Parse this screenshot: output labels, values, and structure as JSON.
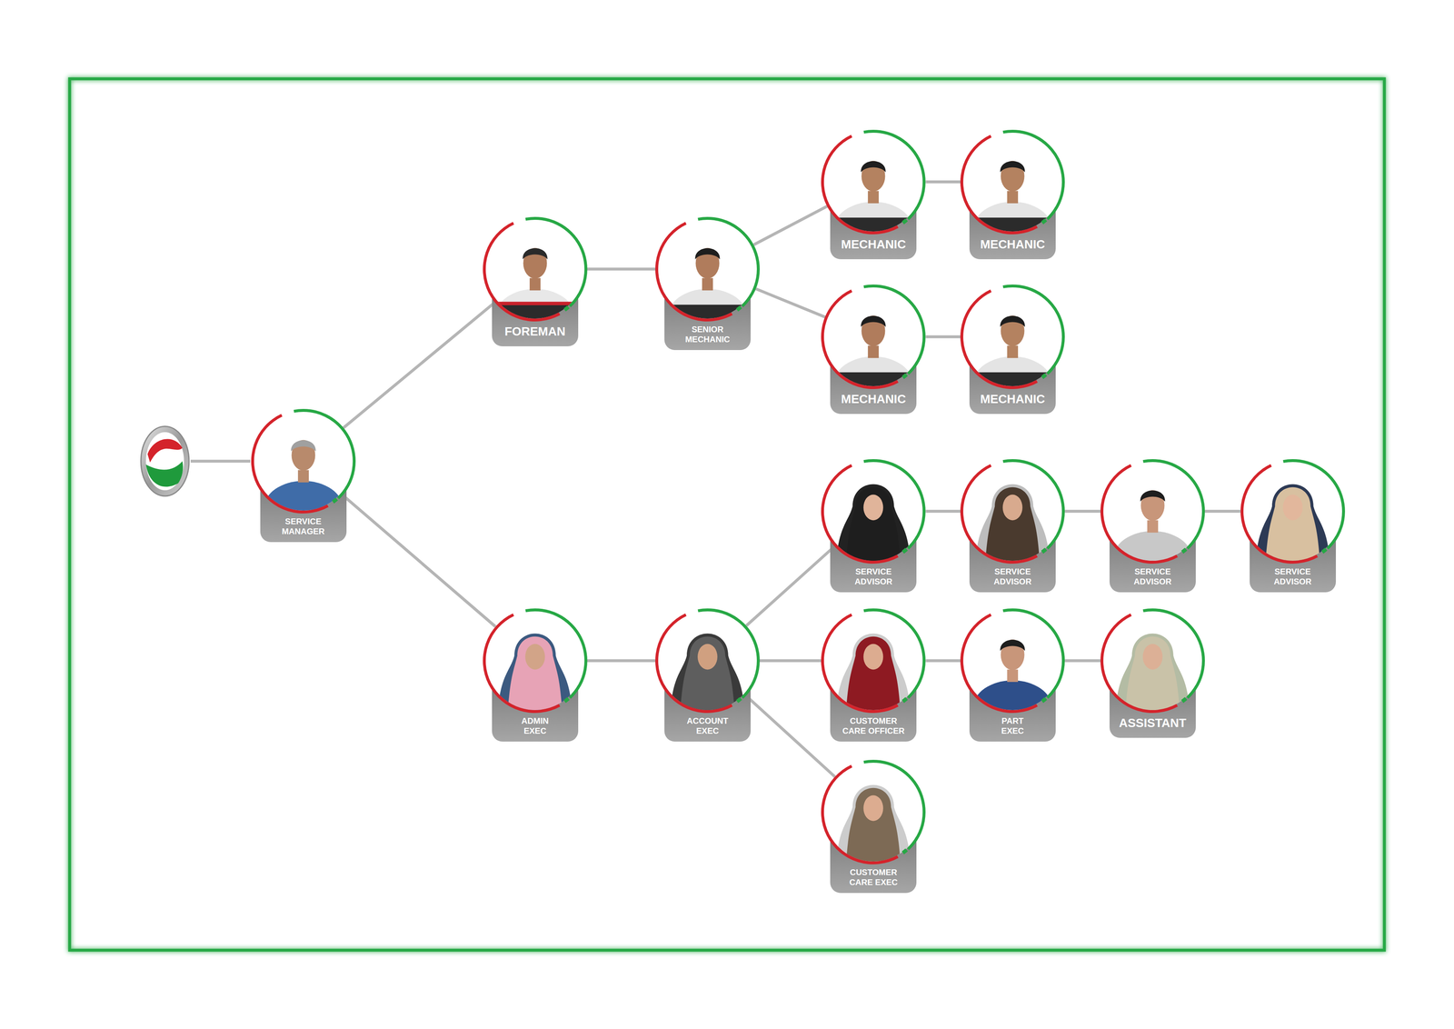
{
  "diagram": {
    "nodes": [
      {
        "text": [
          "SERVICE MANAGER"
        ]
      },
      {
        "text": [
          "FOREMAN"
        ]
      },
      {
        "text": [
          "SENIOR MECHANIC"
        ]
      },
      {
        "text": [
          "MECHANIC"
        ]
      },
      {
        "text": [
          "MECHANIC"
        ]
      },
      {
        "text": [
          "MECHANIC"
        ]
      },
      {
        "text": [
          "MECHANIC"
        ]
      },
      {
        "text": [
          "ADMIN EXEC"
        ]
      },
      {
        "text": [
          "ACCOUNT EXEC"
        ]
      },
      {
        "text": [
          "SERVICE ADVISOR"
        ]
      },
      {
        "text": [
          "SERVICE ADVISOR"
        ]
      },
      {
        "text": [
          "SERVICE ADVISOR"
        ]
      },
      {
        "text": [
          "SERVICE ADVISOR"
        ]
      },
      {
        "text": [
          "CUSTOMER CARE OFFICER"
        ]
      },
      {
        "text": [
          "PART EXEC"
        ]
      },
      {
        "text": [
          "ASSISTANT"
        ]
      },
      {
        "text": [
          "CUSTOMER CARE EXEC"
        ]
      }
    ],
    "edges": [
      {
        "from": 0,
        "to": 1,
        "arrow": "none"
      },
      {
        "from": 1,
        "to": 2,
        "arrow": "none"
      },
      {
        "from": 2,
        "to": 3,
        "arrow": "none"
      },
      {
        "from": 3,
        "to": 4,
        "arrow": "none"
      },
      {
        "from": 2,
        "to": 5,
        "arrow": "none"
      },
      {
        "from": 5,
        "to": 6,
        "arrow": "none"
      },
      {
        "from": 0,
        "to": 7,
        "arrow": "none"
      },
      {
        "from": 7,
        "to": 8,
        "arrow": "none"
      },
      {
        "from": 8,
        "to": 9,
        "arrow": "none"
      },
      {
        "from": 9,
        "to": 10,
        "arrow": "none"
      },
      {
        "from": 10,
        "to": 11,
        "arrow": "none"
      },
      {
        "from": 11,
        "to": 12,
        "arrow": "none"
      },
      {
        "from": 8,
        "to": 13,
        "arrow": "none"
      },
      {
        "from": 13,
        "to": 14,
        "arrow": "none"
      },
      {
        "from": 14,
        "to": 15,
        "arrow": "none"
      },
      {
        "from": 8,
        "to": 16,
        "arrow": "none"
      }
    ]
  }
}
